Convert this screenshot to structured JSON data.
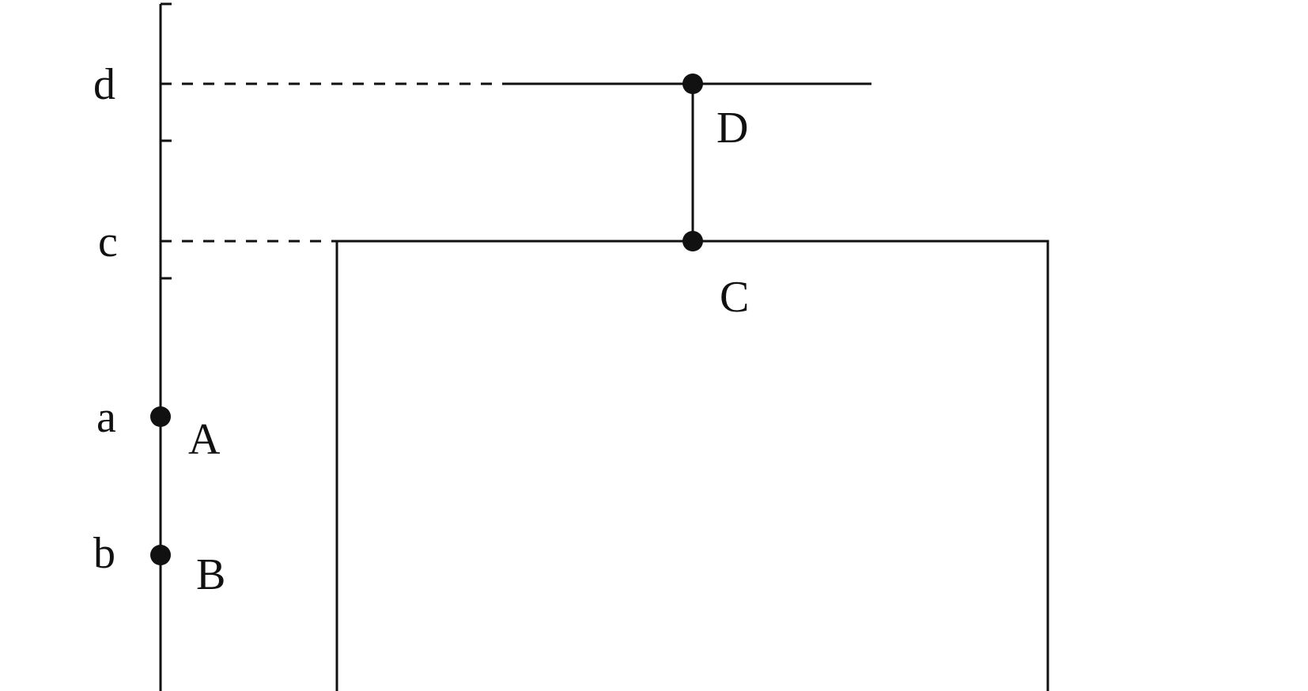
{
  "axis_labels": {
    "d": "d",
    "c": "c",
    "a": "a",
    "b": "b"
  },
  "point_labels": {
    "A": "A",
    "B": "B",
    "C": "C",
    "D": "D"
  },
  "colors": {
    "ink": "#111111",
    "background": "#ffffff"
  }
}
